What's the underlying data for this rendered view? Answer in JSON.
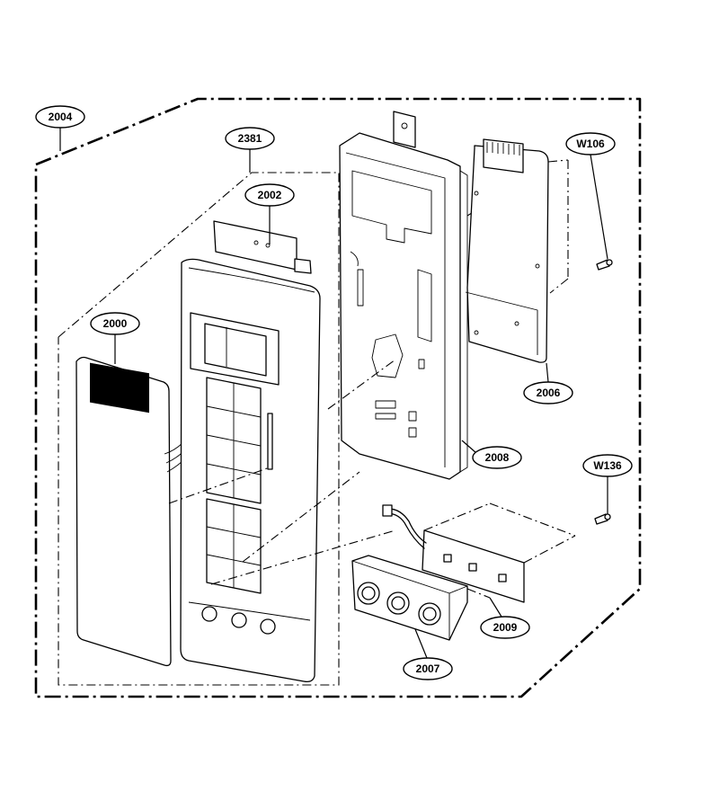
{
  "callouts": {
    "c2004": "2004",
    "c2381": "2381",
    "c2002": "2002",
    "c2000": "2000",
    "cW106": "W106",
    "c2006": "2006",
    "c2008": "2008",
    "cW136": "W136",
    "c2009": "2009",
    "c2007": "2007"
  }
}
